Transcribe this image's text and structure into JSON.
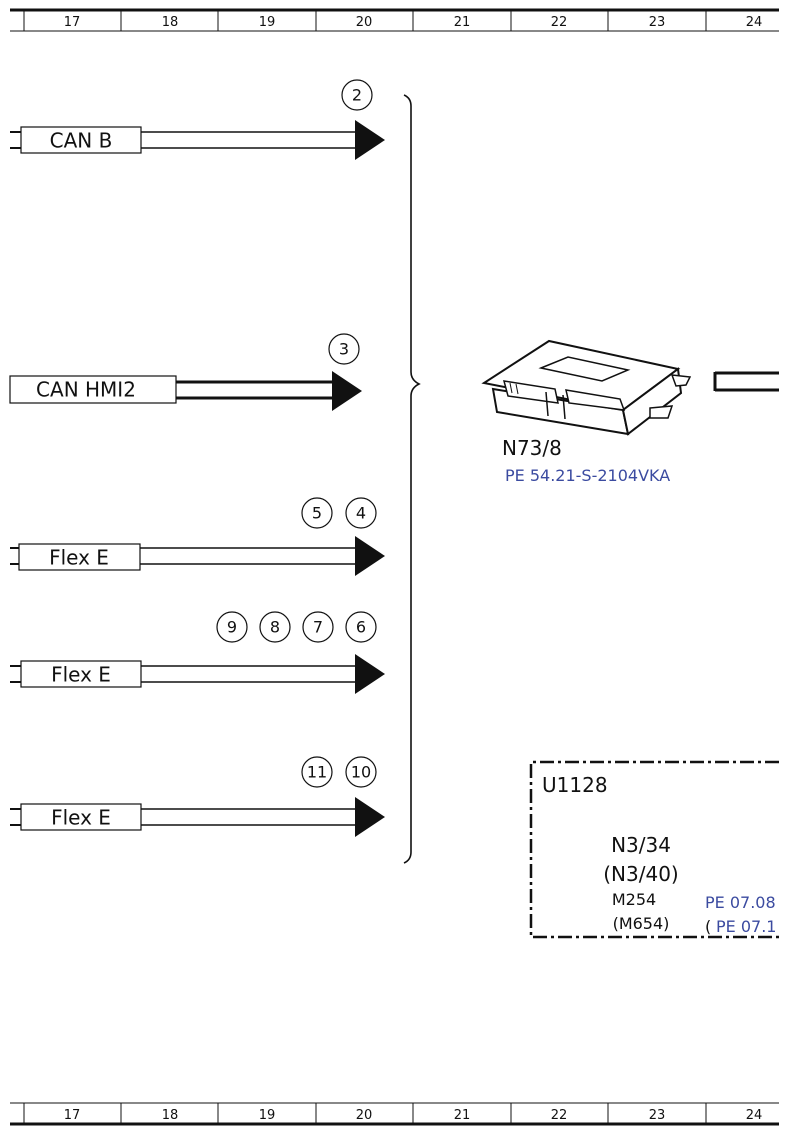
{
  "ruler": {
    "columns": [
      "17",
      "18",
      "19",
      "20",
      "21",
      "22",
      "23",
      "24"
    ]
  },
  "buses": [
    {
      "label": "CAN B",
      "markers": [
        "2"
      ]
    },
    {
      "label": "CAN HMI2",
      "markers": [
        "3"
      ]
    },
    {
      "label": "Flex E",
      "markers": [
        "5",
        "4"
      ]
    },
    {
      "label": "Flex E",
      "markers": [
        "9",
        "8",
        "7",
        "6"
      ]
    },
    {
      "label": "Flex E",
      "markers": [
        "11",
        "10"
      ]
    }
  ],
  "component": {
    "name": "N73/8",
    "ref": "PE 54.21-S-2104VKA"
  },
  "module": {
    "title": "U1128",
    "name": "N3/34",
    "alt_name": "(N3/40)",
    "engine": "M254",
    "alt_engine": "(M654)",
    "ref": "PE 07.08",
    "alt_ref": "PE 07.1",
    "paren": "("
  }
}
